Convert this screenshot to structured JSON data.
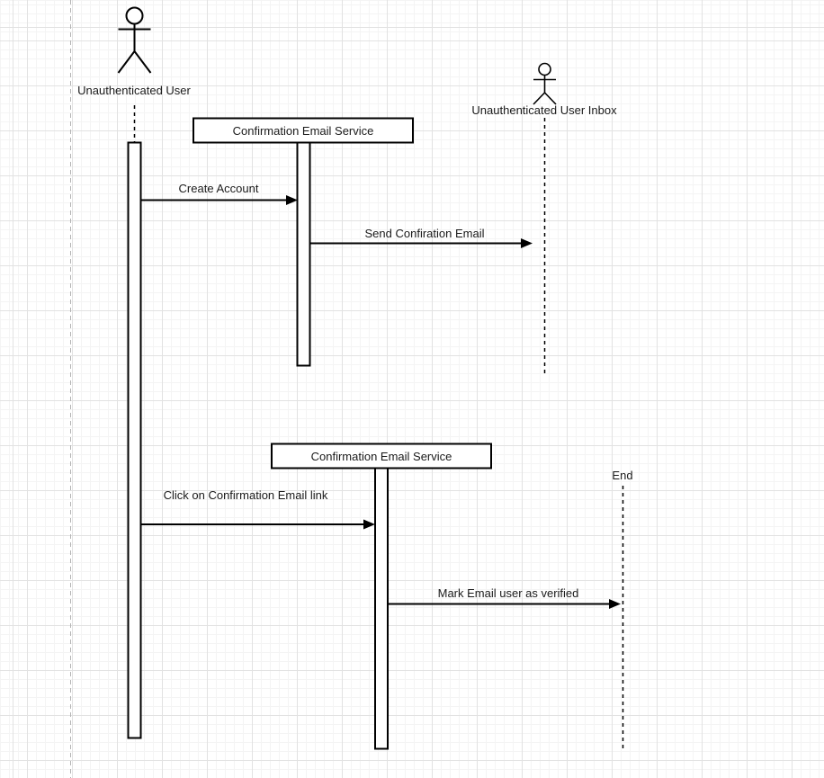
{
  "canvas": {
    "background_color": "#ffffff",
    "grid_minor_color": "#f4f4f4",
    "grid_major_color": "#e2e2e2",
    "page_boundary_color": "#b3b3b3",
    "shape_stroke_color": "#000000",
    "shape_fill_color": "#ffffff",
    "text_color": "#1a1a1a"
  },
  "actors": [
    {
      "label": "Unauthenticated User"
    },
    {
      "label": "Unauthenticated User Inbox"
    }
  ],
  "participants": [
    {
      "label": "Confirmation Email Service"
    },
    {
      "label": "Confirmation Email Service"
    }
  ],
  "endpoints": [
    {
      "label": "End"
    }
  ],
  "messages": [
    {
      "label": "Create Account"
    },
    {
      "label": "Send Confiration Email"
    },
    {
      "label": "Click on Confirmation Email link"
    },
    {
      "label": "Mark Email user as verified"
    }
  ]
}
